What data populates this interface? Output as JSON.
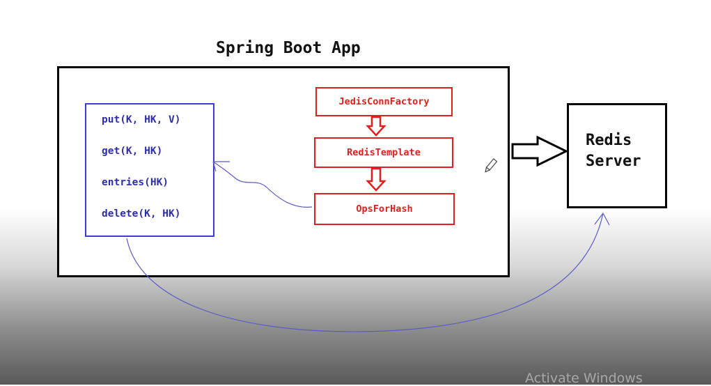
{
  "diagram": {
    "title": "Spring Boot App",
    "operations": [
      "put(K, HK, V)",
      "get(K, HK)",
      "entries(HK)",
      "delete(K, HK)"
    ],
    "chain": [
      "JedisConnFactory",
      "RedisTemplate",
      "OpsForHash"
    ],
    "server": {
      "line1": "Redis",
      "line2": "Server"
    }
  },
  "colors": {
    "operations": "#2e2ea8",
    "chain": "#e02020",
    "annotation": "#5a5ac8",
    "outline": "#000000"
  },
  "icons": [
    "pencil-icon"
  ],
  "watermark": "Activate Windows"
}
